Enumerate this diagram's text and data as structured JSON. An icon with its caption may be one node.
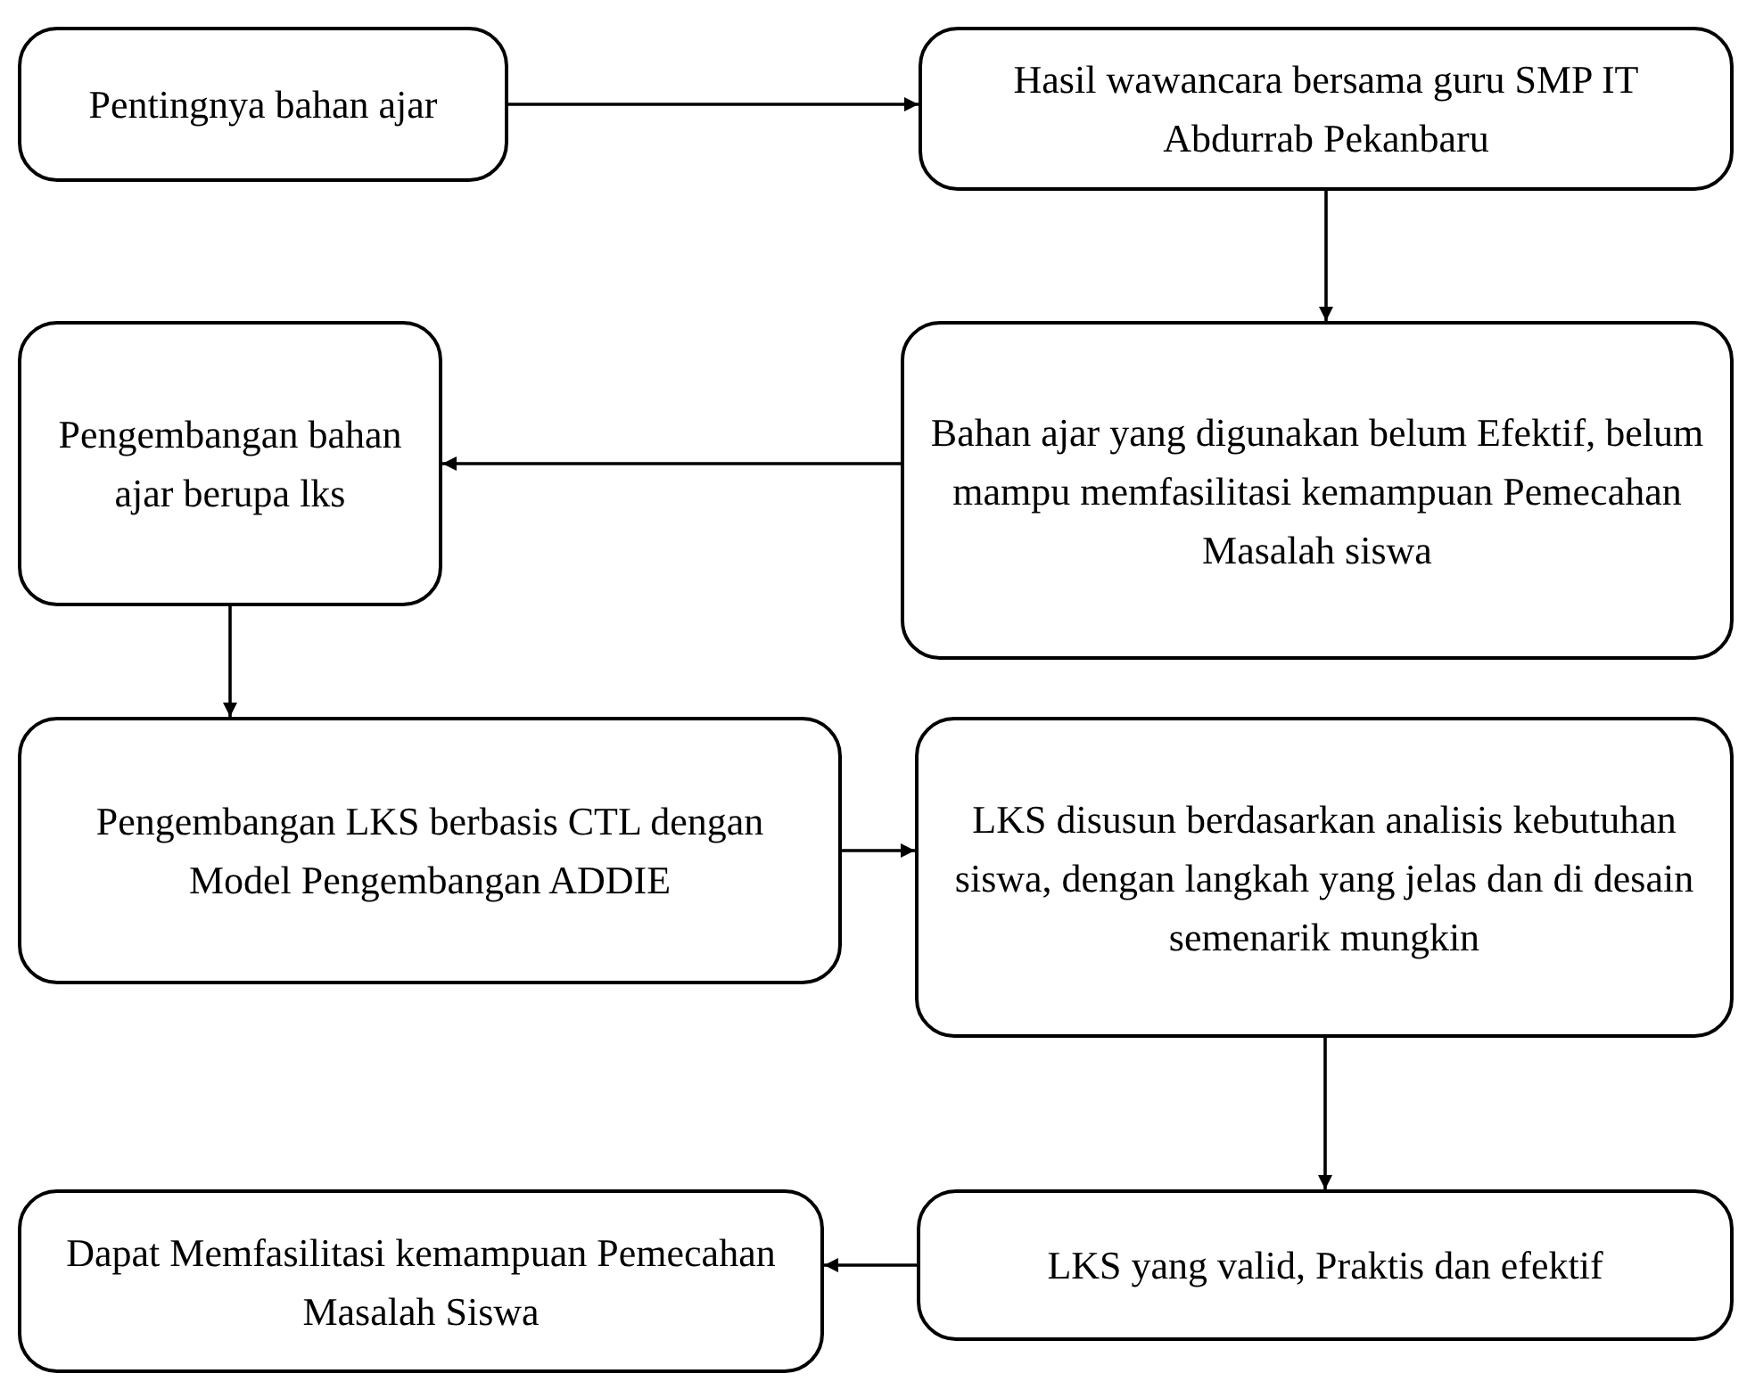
{
  "diagram": {
    "nodes": [
      {
        "text": [
          "Pentingnya bahan ajar"
        ]
      },
      {
        "text": [
          "Hasil wawancara bersama guru SMP IT Abdurrab Pekanbaru"
        ]
      },
      {
        "text": [
          "Pengembangan bahan ajar berupa lks"
        ]
      },
      {
        "text": [
          "Bahan ajar yang digunakan belum Efektif, belum mampu memfasilitasi kemampuan Pemecahan Masalah siswa"
        ]
      },
      {
        "text": [
          "Pengembangan LKS berbasis CTL dengan Model Pengembangan ADDIE"
        ]
      },
      {
        "text": [
          "LKS disusun berdasarkan analisis kebutuhan siswa, dengan langkah yang jelas dan di desain semenarik mungkin"
        ]
      },
      {
        "text": [
          "Dapat Memfasilitasi kemampuan Pemecahan Masalah Siswa"
        ]
      },
      {
        "text": [
          "LKS yang valid, Praktis dan efektif"
        ]
      }
    ],
    "edges": [
      {
        "from": 0,
        "to": 1,
        "arrow": "to"
      },
      {
        "from": 1,
        "to": 3,
        "arrow": "to"
      },
      {
        "from": 3,
        "to": 2,
        "arrow": "to"
      },
      {
        "from": 2,
        "to": 4,
        "arrow": "to"
      },
      {
        "from": 4,
        "to": 5,
        "arrow": "to"
      },
      {
        "from": 5,
        "to": 7,
        "arrow": "to"
      },
      {
        "from": 7,
        "to": 6,
        "arrow": "to"
      }
    ]
  }
}
